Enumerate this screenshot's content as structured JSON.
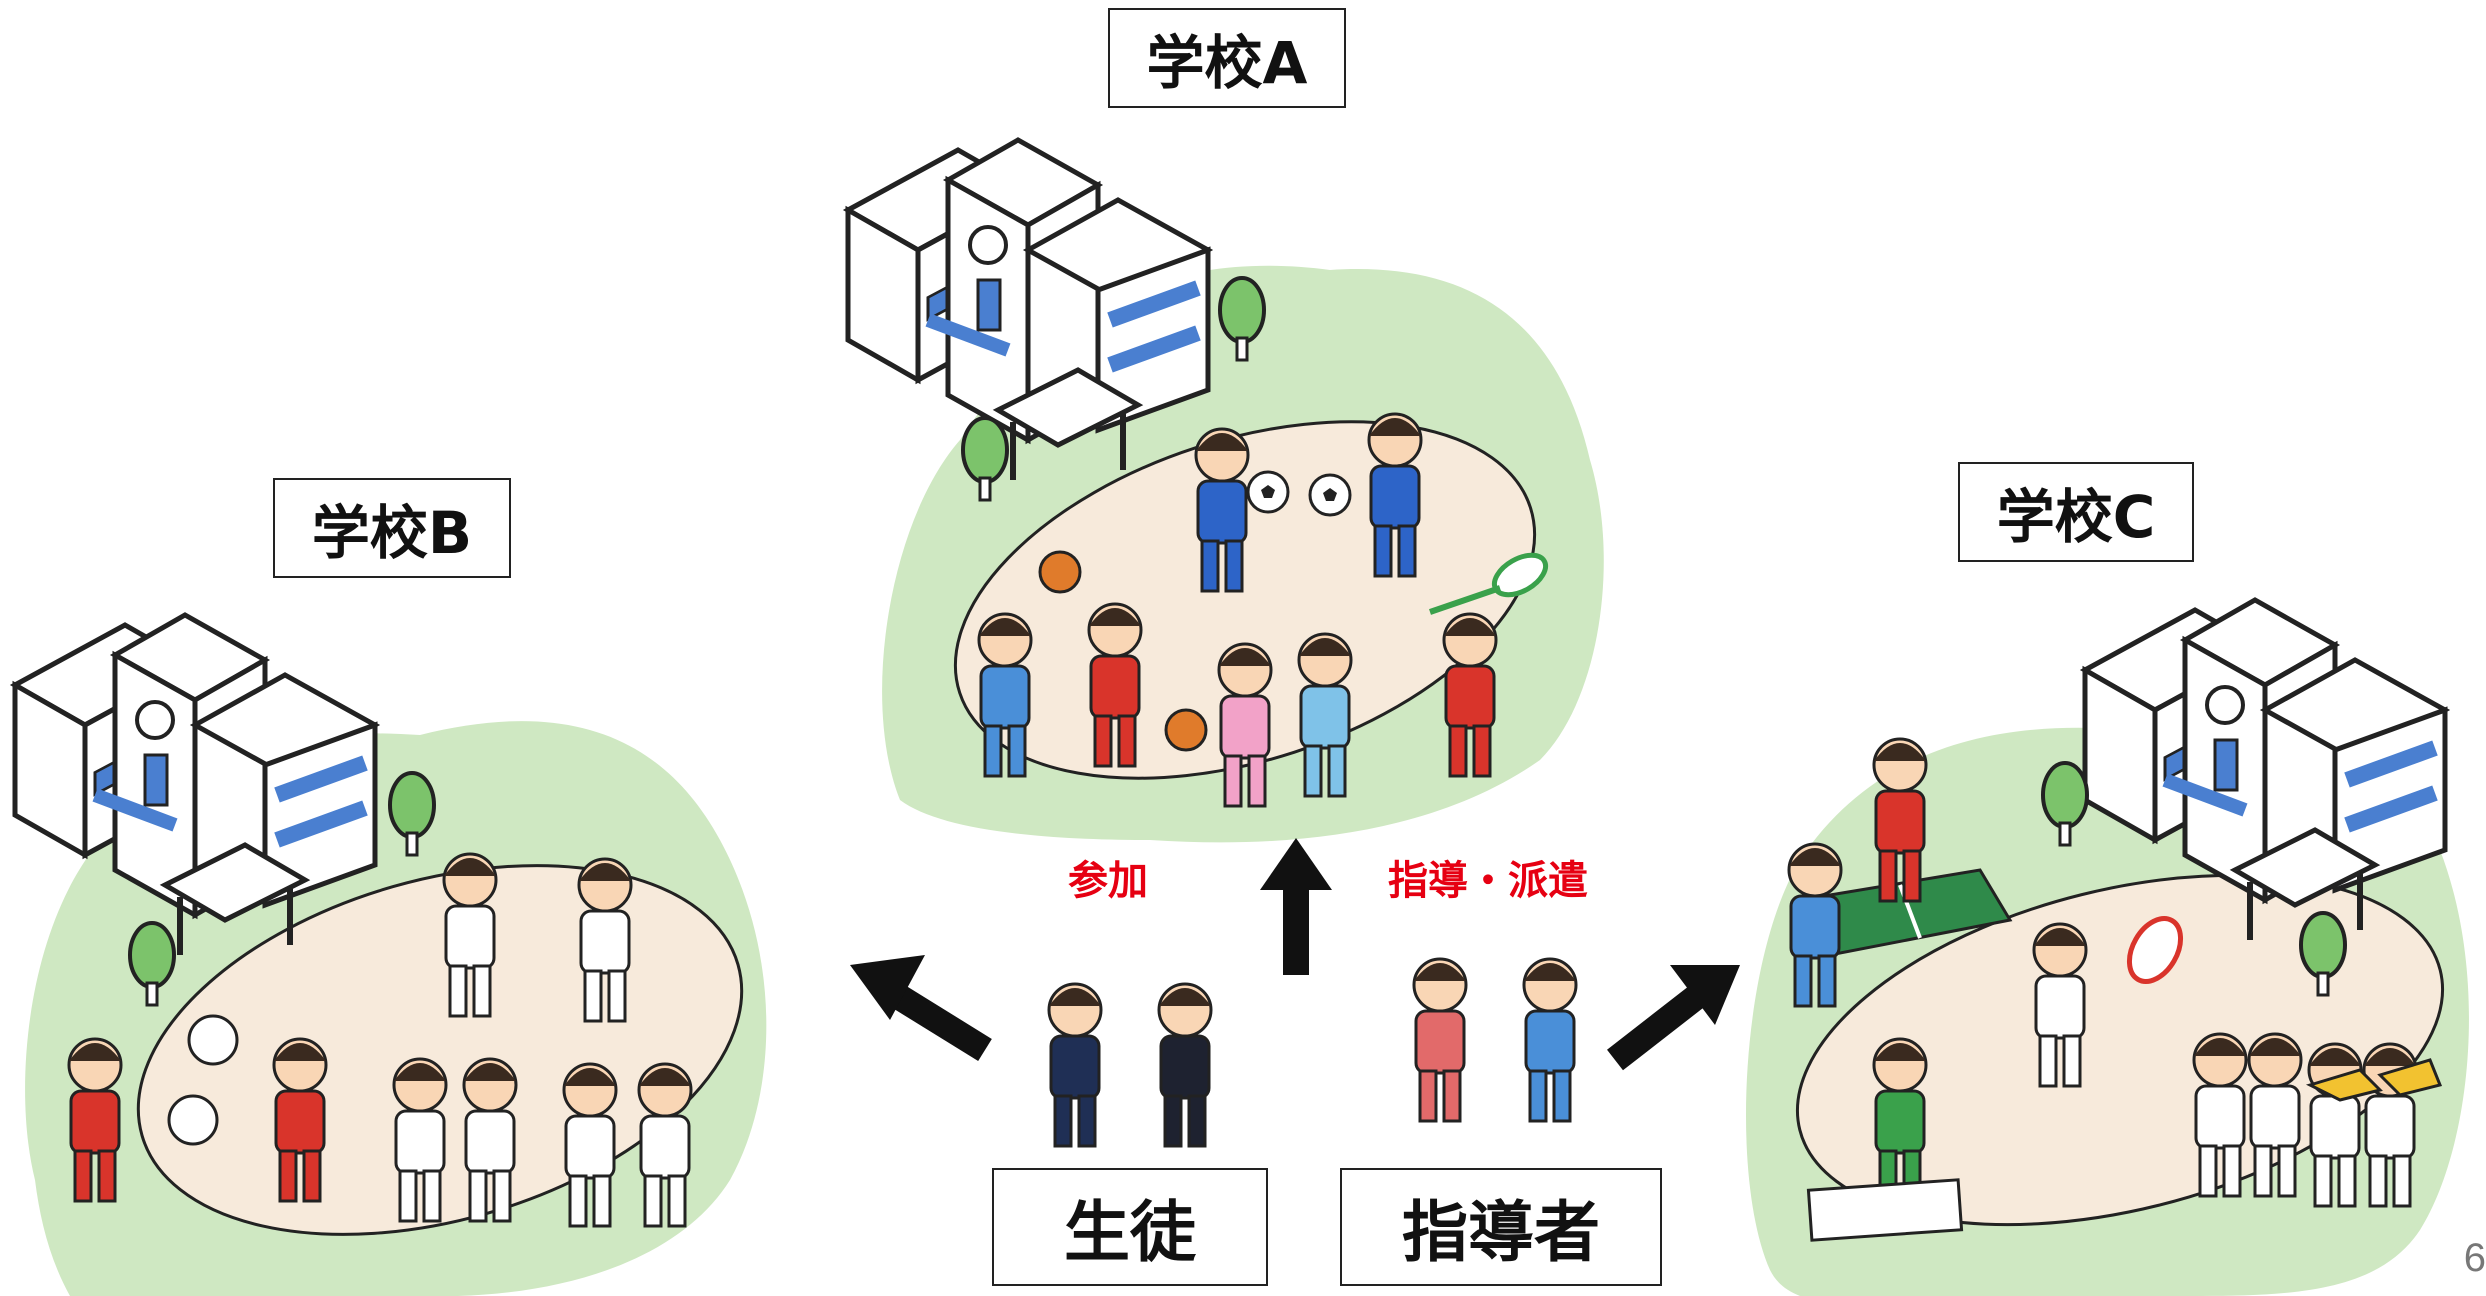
{
  "schools": {
    "a": {
      "label": "学校A"
    },
    "b": {
      "label": "学校B"
    },
    "c": {
      "label": "学校C"
    }
  },
  "roles": {
    "students": {
      "label": "生徒"
    },
    "instructors": {
      "label": "指導者"
    }
  },
  "actions": {
    "participate": "参加",
    "dispatch": "指導・派遣"
  },
  "page_number": "6",
  "colors": {
    "green_bg": "#cfe8c2",
    "ground": "#f7eadb",
    "arrow": "#111111",
    "action_text": "#e60012"
  },
  "icons": [
    "school-building-icon",
    "tree-icon",
    "soccer-ball-icon",
    "basketball-icon",
    "volleyball-icon",
    "badminton-racket-icon",
    "tennis-racket-icon",
    "ping-pong-table-icon",
    "trumpet-icon",
    "paint-palette-icon"
  ]
}
